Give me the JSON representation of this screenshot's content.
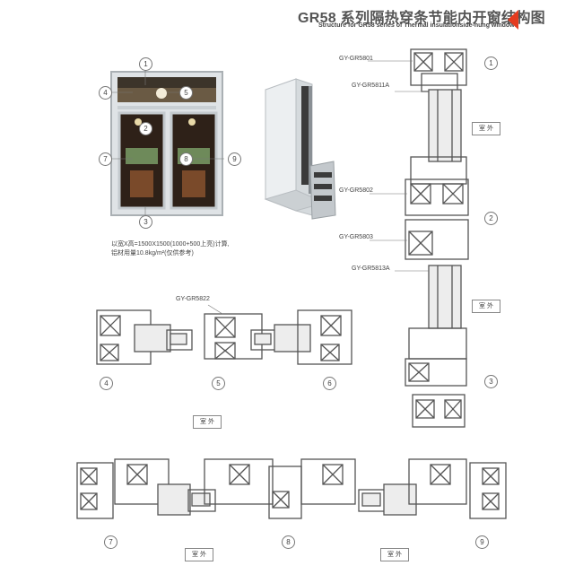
{
  "header": {
    "title": "GR58 系列隔热穿条节能内开窗结构图",
    "subtitle": "Structure for GR58 series of Thermal insulationside-hung windows"
  },
  "note": {
    "line1": "以宽X高=1500X1500(1000+500上亮)计算,",
    "line2": "铝材用量10.8kg/m²(仅供参考)"
  },
  "profiles": {
    "gr5801": "GY-GR5801",
    "gr5811a": "GY-GR5811A",
    "gr5802": "GY-GR5802",
    "gr5803": "GY-GR5803",
    "gr5813a": "GY-GR5813A",
    "gr5822": "GY-GR5822"
  },
  "section_numbers": [
    "1",
    "2",
    "3",
    "4",
    "5",
    "6",
    "7",
    "8",
    "9"
  ],
  "outdoor_label": "室 外",
  "colors": {
    "accent": "#e43b1f",
    "profile": "#555555",
    "glass": "#cfcfcf"
  }
}
